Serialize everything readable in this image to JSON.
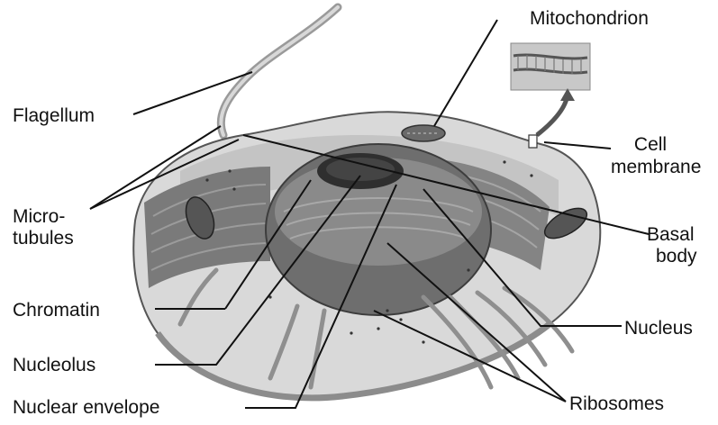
{
  "diagram": {
    "labels": {
      "flagellum": "Flagellum",
      "microtubules_1": "Micro-",
      "microtubules_2": "tubules",
      "chromatin": "Chromatin",
      "nucleolus": "Nucleolus",
      "nuclear_envelope": "Nuclear envelope",
      "mitochondrion": "Mitochondrion",
      "cell_membrane_1": "Cell",
      "cell_membrane_2": "membrane",
      "basal_body_1": "Basal",
      "basal_body_2": "body",
      "nucleus": "Nucleus",
      "ribosomes": "Ribosomes"
    }
  }
}
